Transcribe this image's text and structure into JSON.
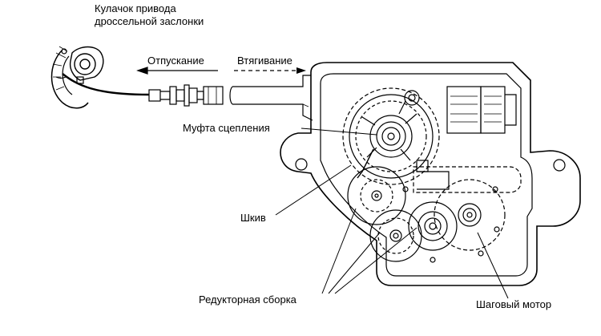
{
  "labels": {
    "cam": [
      "Кулачок привода",
      "дроссельной заслонки"
    ],
    "release": "Отпускание",
    "pull": "Втягивание",
    "clutch": "Муфта сцепления",
    "pulley": "Шкив",
    "gear_assembly": "Редукторная сборка",
    "stepper_motor": "Шаговый мотор"
  },
  "colors": {
    "line": "#000000",
    "background": "#ffffff"
  }
}
